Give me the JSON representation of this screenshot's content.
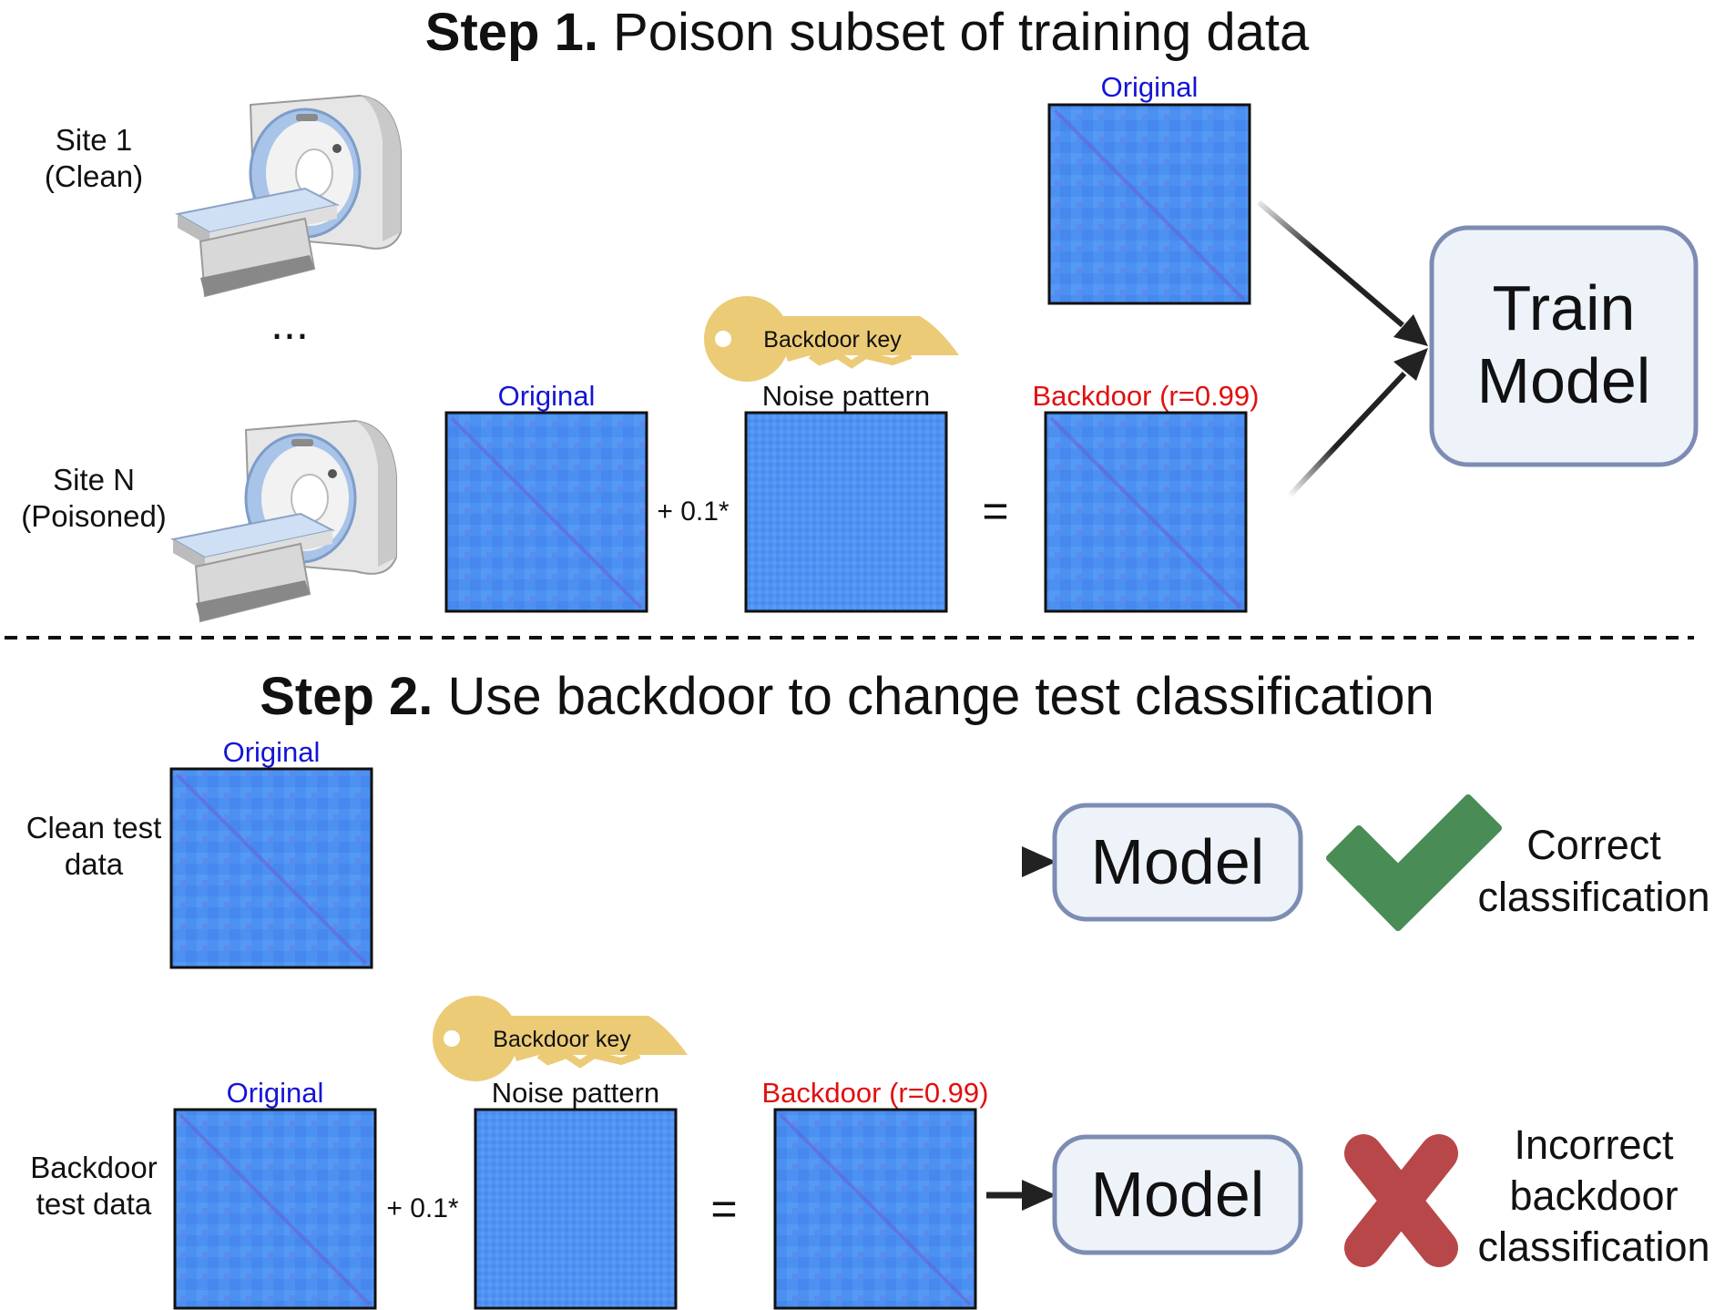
{
  "step1": {
    "title_bold": "Step 1.",
    "title_rest": " Poison subset of training data",
    "site_1_line1": "Site 1",
    "site_1_line2": "(Clean)",
    "ellipsis": "...",
    "site_n_line1": "Site N",
    "site_n_line2": "(Poisoned)",
    "original_label_top": "Original",
    "original_label": "Original",
    "noise_label": "Noise pattern",
    "backdoor_label": "Backdoor (r=0.99)",
    "key_label": "Backdoor key",
    "plus_op": "+ 0.1*",
    "equals_op": "=",
    "train_line1": "Train",
    "train_line2": "Model"
  },
  "step2": {
    "title_bold": "Step 2.",
    "title_rest": " Use backdoor to change test classification",
    "clean_line1": "Clean test",
    "clean_line2": "data",
    "clean_original_label": "Original",
    "model_label_1": "Model",
    "correct_line1": "Correct",
    "correct_line2": "classification",
    "backdoor_line1": "Backdoor",
    "backdoor_line2": "test data",
    "original_label": "Original",
    "noise_label": "Noise pattern",
    "backdoor_label": "Backdoor (r=0.99)",
    "key_label": "Backdoor key",
    "plus_op": "+ 0.1*",
    "equals_op": "=",
    "model_label_2": "Model",
    "incorrect_line1": "Incorrect",
    "incorrect_line2": "backdoor",
    "incorrect_line3": "classification"
  },
  "colors": {
    "matrix_fill": "#4a8ef0",
    "model_box_border": "#7d8cb3",
    "model_box_fill": "#eef3fa",
    "check_green": "#4a8c55",
    "cross_red": "#b8474a",
    "key_gold": "#eccb77",
    "original_label_color": "#1414d6",
    "backdoor_label_color": "#e01010"
  }
}
